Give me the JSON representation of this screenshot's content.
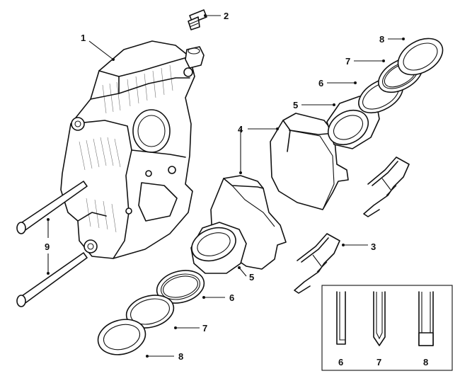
{
  "diagram": {
    "callouts": {
      "c1": "1",
      "c2": "2",
      "c3": "3",
      "c4": "4",
      "c5_right": "5",
      "c5_left": "5",
      "c6_right": "6",
      "c6_left": "6",
      "c7_right": "7",
      "c7_left": "7",
      "c8_right": "8",
      "c8_left": "8",
      "c9": "9"
    },
    "inset": {
      "label_6": "6",
      "label_7": "7",
      "label_8": "8"
    }
  }
}
